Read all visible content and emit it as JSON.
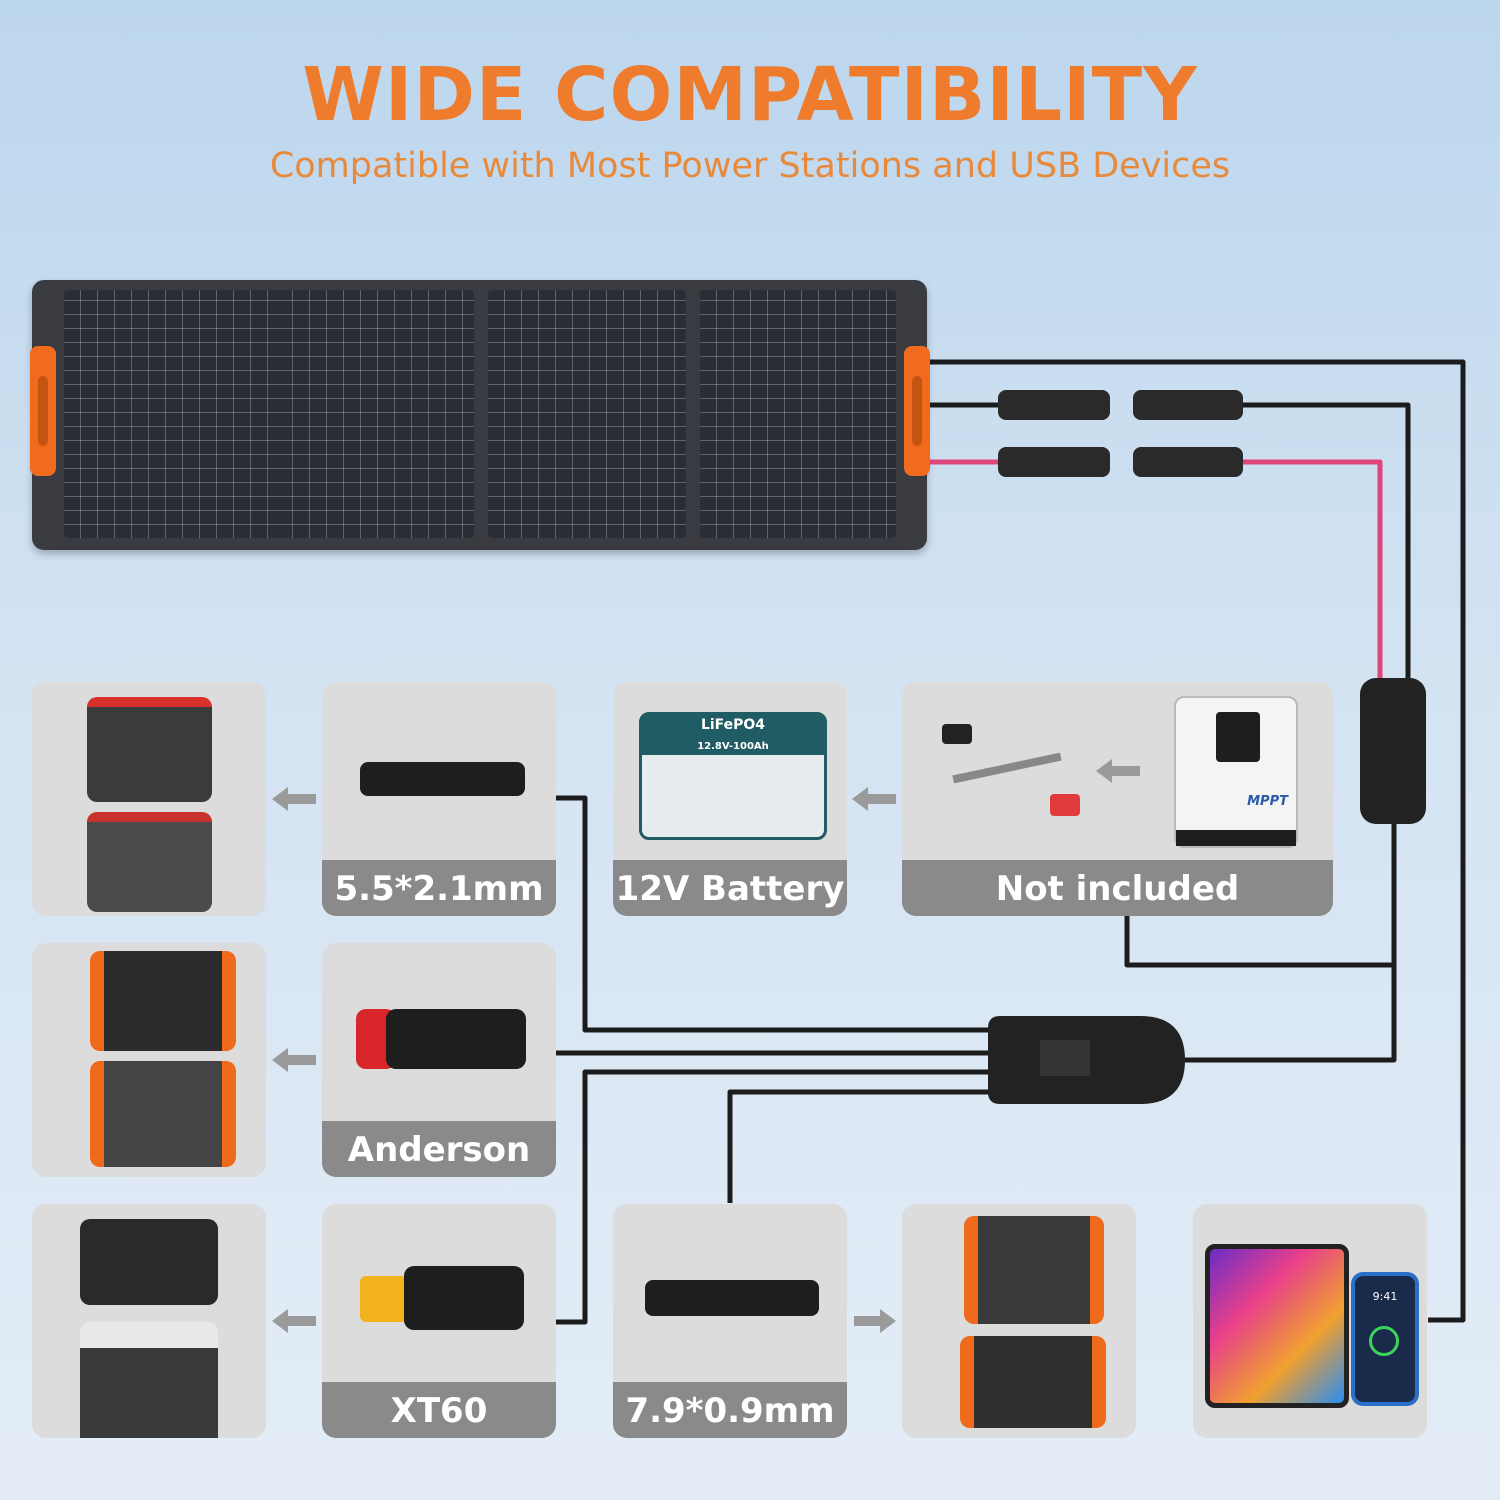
{
  "header": {
    "title": "WIDE COMPATIBILITY",
    "subtitle": "Compatible with Most Power Stations and USB Devices"
  },
  "connectors": {
    "dc_5521": "5.5*2.1mm",
    "battery": "12V Battery",
    "controller": "Not included",
    "anderson": "Anderson",
    "xt60": "XT60",
    "dc_7909": "7.9*0.9mm"
  },
  "controller_box": {
    "mppt_label": "MPPT"
  },
  "battery_box": {
    "brand": "LiFePO4",
    "spec": "12.8V-100Ah"
  },
  "phone": {
    "time": "9:41"
  },
  "colors": {
    "accent": "#ef7b2c",
    "label_bg": "#8a8a8a",
    "card_bg": "#dcdcdc",
    "wire_black": "#1c1c1c",
    "wire_red": "#e0457a"
  }
}
